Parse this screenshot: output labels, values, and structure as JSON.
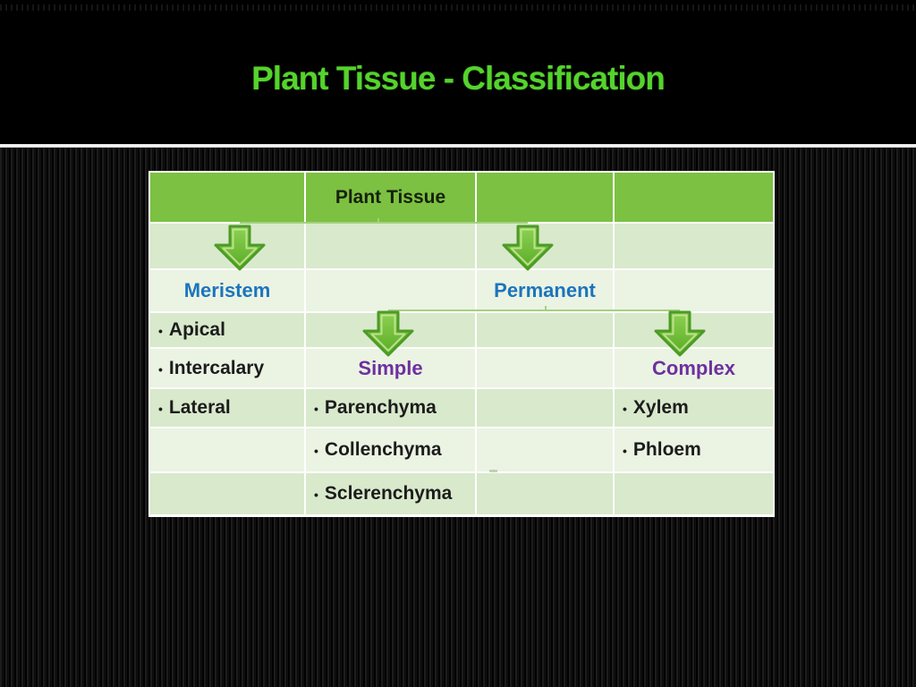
{
  "slide": {
    "title": "Plant Tissue - Classification"
  },
  "colors": {
    "title_green": "#55d32d",
    "header_green": "#7cc142",
    "row_band_dark": "#d9e9cc",
    "row_band_light": "#ebf3e3",
    "level1_blue": "#1b75bd",
    "level2_purple": "#6d30a0",
    "arrow_fill": "#6fc133",
    "arrow_border": "#4d9b26",
    "connector_green": "#a5d07f",
    "divider_white": "#f2f2f2",
    "background_black": "#000000"
  },
  "diagram": {
    "root": "Plant Tissue",
    "bullet": "•",
    "branches": [
      {
        "label": "Meristem",
        "items": [
          "Apical",
          "Intercalary",
          "Lateral"
        ]
      },
      {
        "label": "Permanent",
        "children": [
          {
            "label": "Simple",
            "items": [
              "Parenchyma",
              "Collenchyma",
              "Sclerenchyma"
            ]
          },
          {
            "label": "Complex",
            "items": [
              "Xylem",
              "Phloem"
            ]
          }
        ]
      }
    ]
  }
}
